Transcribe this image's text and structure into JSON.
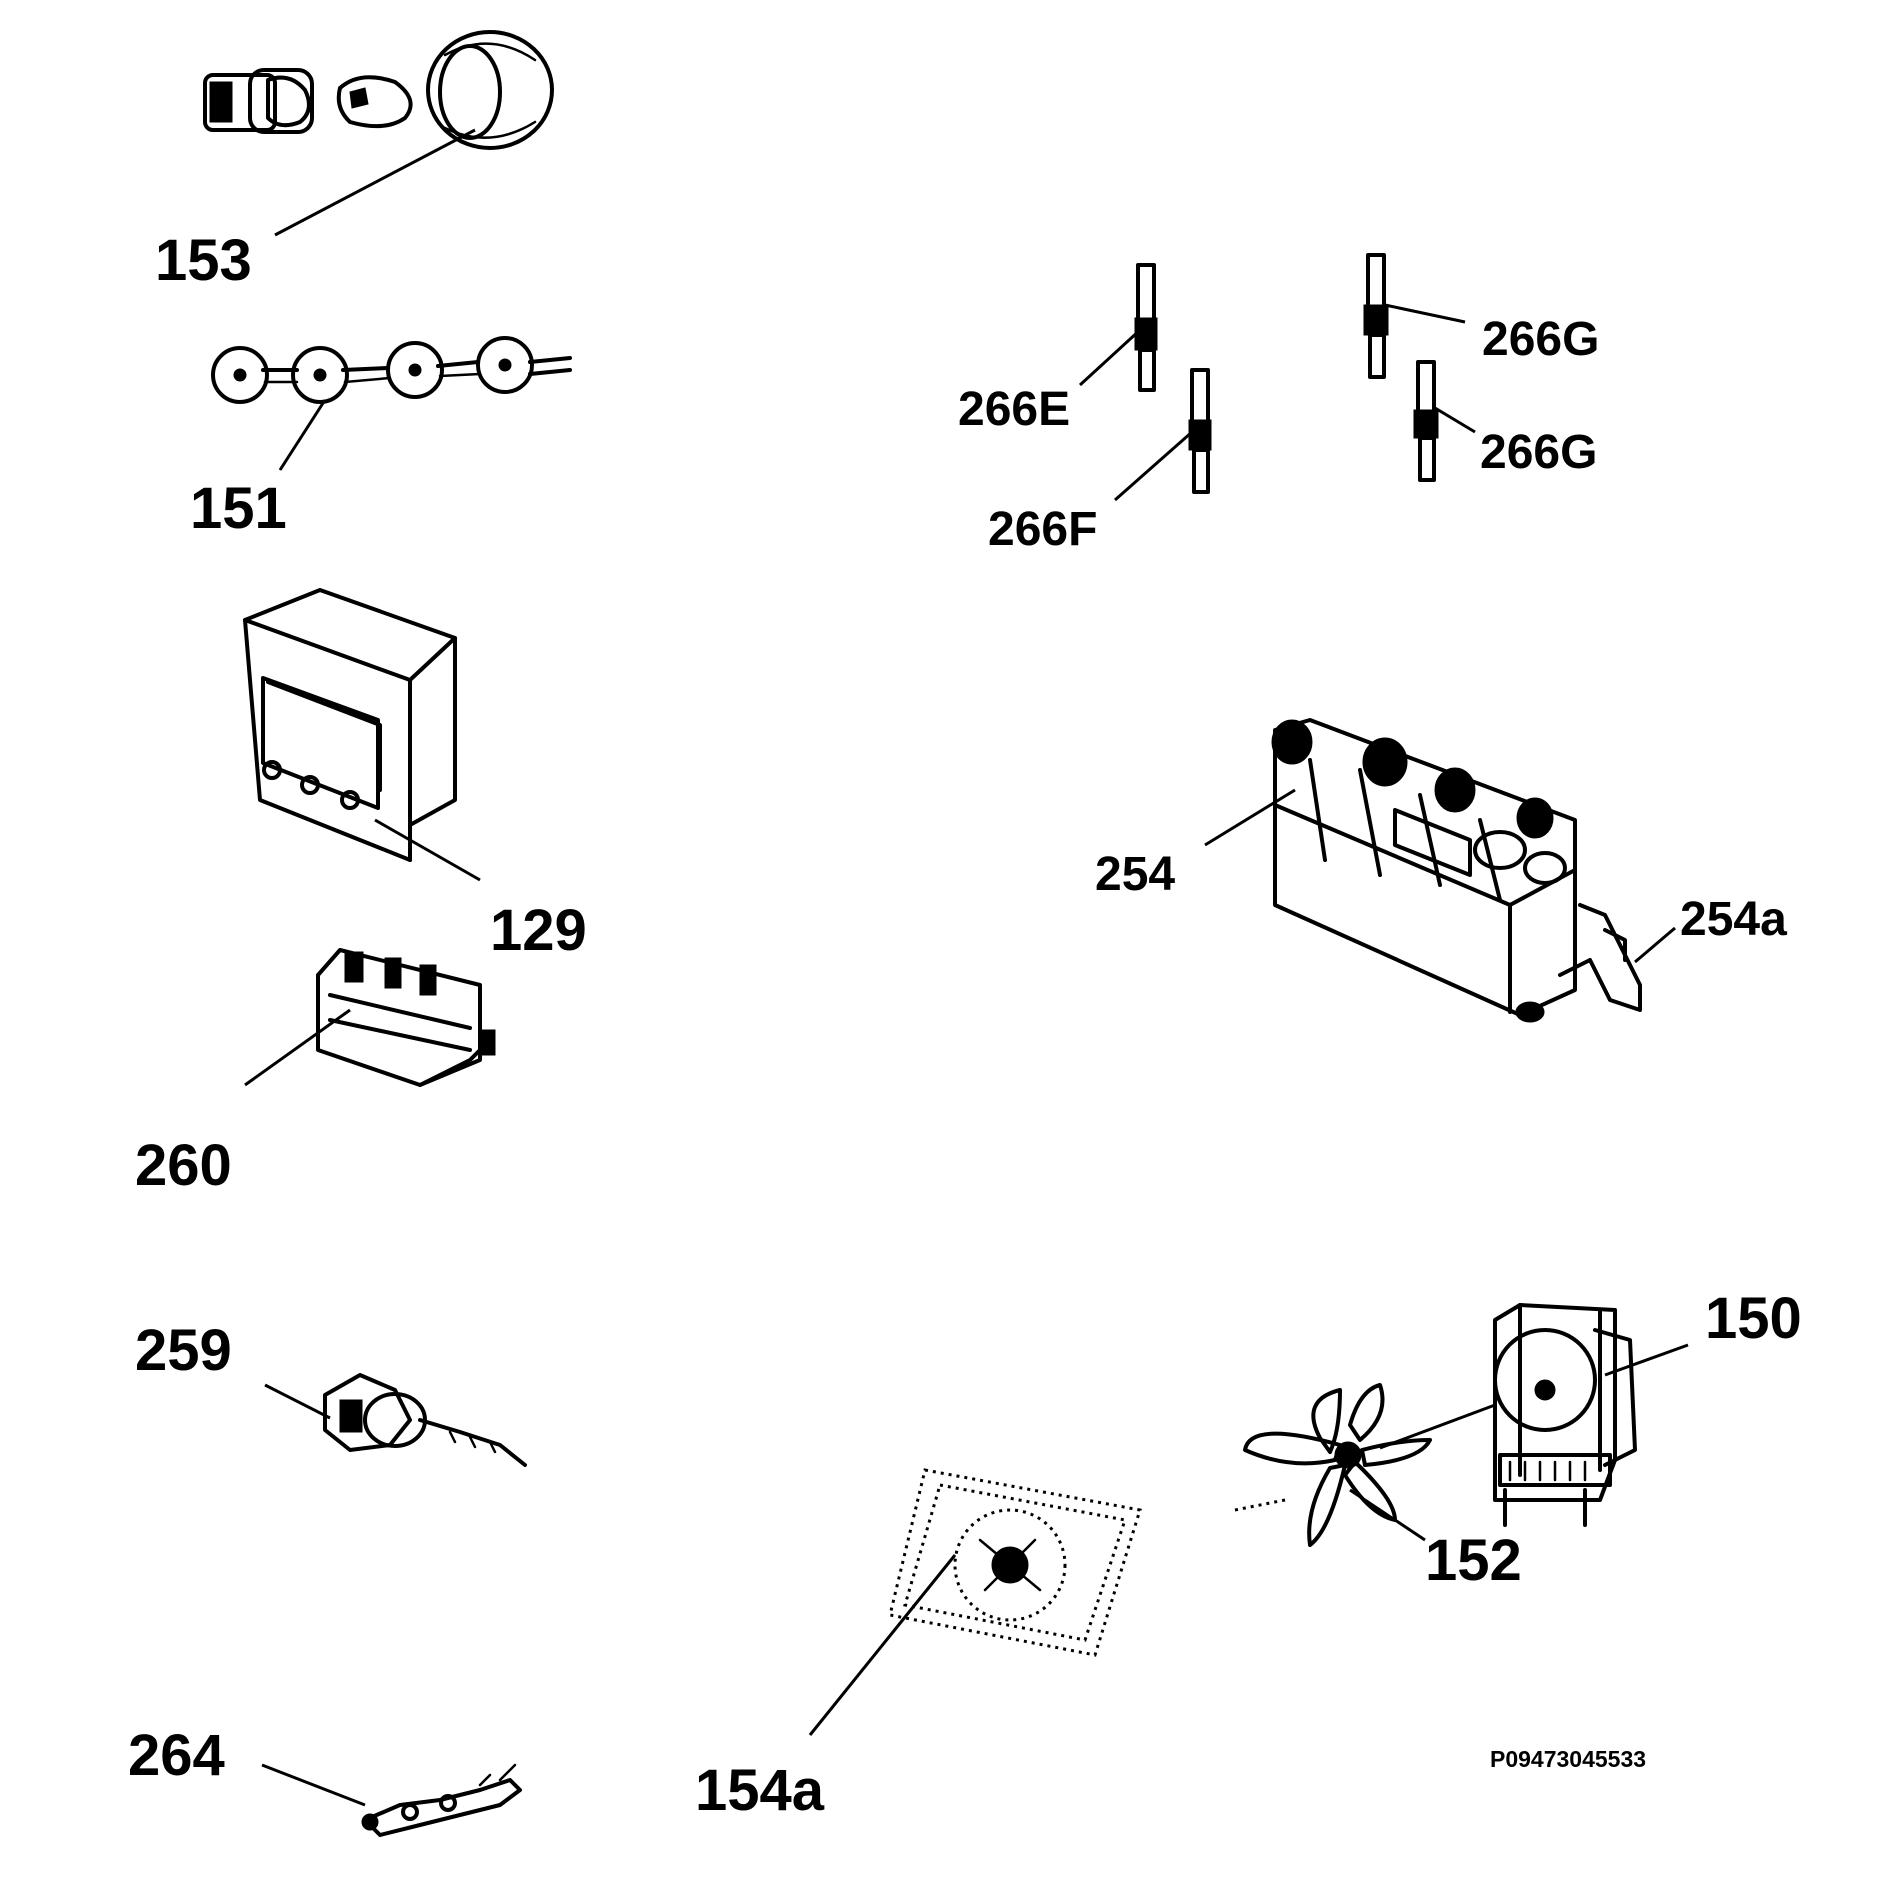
{
  "diagram": {
    "drawing_code": "P09473045533",
    "callouts": {
      "c153": "153",
      "c151": "151",
      "c129": "129",
      "c260": "260",
      "c259": "259",
      "c264": "264",
      "c154a": "154a",
      "c266E": "266E",
      "c266F": "266F",
      "c266G_upper": "266G",
      "c266G_lower": "266G",
      "c254": "254",
      "c254a": "254a",
      "c150": "150",
      "c152": "152"
    }
  }
}
